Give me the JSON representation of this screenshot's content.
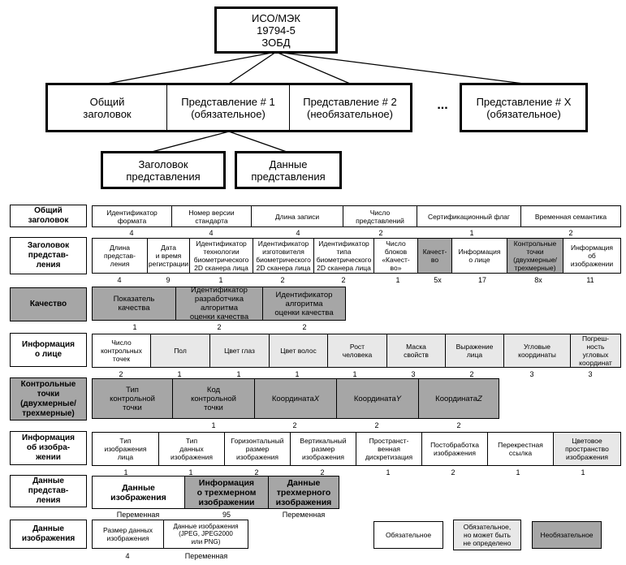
{
  "root": "ИСО/МЭК\n19794-5\nЗОБД",
  "level1": {
    "general": "Общий\nзаголовок",
    "rep1": "Представление # 1\n(обязательное)",
    "rep2": "Представление # 2\n(необязательное)",
    "dots": "...",
    "repx": "Представление # X\n(обязательное)"
  },
  "level2": {
    "rep_header": "Заголовок\nпредставления",
    "rep_data": "Данные\nпредставления"
  },
  "rows": {
    "general_header": {
      "label": "Общий\nзаголовок",
      "cells": [
        "Идентификатор\nформата",
        "Номер версии\nстандарта",
        "Длина записи",
        "Число\nпредставлений",
        "Сертификационный флаг",
        "Временная семантика"
      ],
      "nums": [
        "4",
        "4",
        "4",
        "2",
        "1",
        "2"
      ]
    },
    "rep_header": {
      "label": "Заголовок\nпредстав-\nления",
      "cells": [
        "Длина\nпредстав-\nления",
        "Дата\nи время\nрегистрации",
        "Идентификатор\nтехнологии\nбиометрического\n2D сканера лица",
        "Идентификатор\nизготовителя\nбиометрического\n2D сканера лица",
        "Идентификатор\nтипа\nбиометрического\n2D сканера лица",
        "Число\nблоков\n«Качест-\nво»",
        "Качест-\nво",
        "Информация\nо лице",
        "Контрольные\nточки\n(двухмерные/\nтрехмерные)",
        "Информация\nоб\nизображении"
      ],
      "nums": [
        "4",
        "9",
        "1",
        "2",
        "2",
        "1",
        "5x",
        "17",
        "8x",
        "11"
      ]
    },
    "quality": {
      "label": "Качество",
      "cells": [
        "Показатель\nкачества",
        "Идентификатор\nразработчика\nалгоритма\nоценки качества",
        "Идентификатор\nалгоритма\nоценки качества"
      ],
      "nums": [
        "1",
        "2",
        "2"
      ]
    },
    "face_info": {
      "label": "Информация\nо лице",
      "cells": [
        "Число\nконтрольных\nточек",
        "Пол",
        "Цвет глаз",
        "Цвет волос",
        "Рост\nчеловека",
        "Маска\nсвойств",
        "Выражение\nлица",
        "Угловые\nкоординаты",
        "Погреш-\nность\nугловых\nкоординат"
      ],
      "nums": [
        "2",
        "1",
        "1",
        "1",
        "1",
        "3",
        "2",
        "3",
        "3"
      ]
    },
    "landmarks": {
      "label": "Контрольные\nточки\n(двухмерные/\nтрехмерные)",
      "cells": [
        "Тип\nконтрольной\nточки",
        "Код\nконтрольной\nточки",
        "Координата X",
        "Координата Y",
        "Координата Z"
      ],
      "nums": [
        "1",
        "2",
        "2",
        "2"
      ]
    },
    "image_info": {
      "label": "Информация\nоб изобра-\nжении",
      "cells": [
        "Тип\nизображения\nлица",
        "Тип\nданных\nизображения",
        "Горизонтальный\nразмер\nизображения",
        "Вертикальный\nразмер\nизображения",
        "Пространст-\nвенная\nдискретизация",
        "Постобработка\nизображения",
        "Перекрестная\nссылка",
        "Цветовое\nпространство\nизображения"
      ],
      "nums": [
        "1",
        "1",
        "2",
        "2",
        "1",
        "2",
        "1",
        "1"
      ]
    },
    "rep_data": {
      "label": "Данные\nпредстав-\nления",
      "cells": [
        "Данные\nизображения",
        "Информация\nо трехмерном\nизображении",
        "Данные\nтрехмерного\nизображения"
      ],
      "nums": [
        "Переменная",
        "95",
        "Переменная"
      ]
    },
    "image_data": {
      "label": "Данные\nизображения",
      "cells": [
        "Размер данных\nизображения",
        "Данные изображения\n(JPEG, JPEG2000\nили PNG)"
      ],
      "nums": [
        "4",
        "Переменная"
      ]
    }
  },
  "legend": {
    "mandatory": "Обязательное",
    "undefined": "Обязательное,\nно может быть\nне определено",
    "optional": "Необязательное"
  },
  "colors": {
    "optional": "#a6a6a6",
    "undefined": "#e8e8e8",
    "mandatory": "#ffffff"
  }
}
